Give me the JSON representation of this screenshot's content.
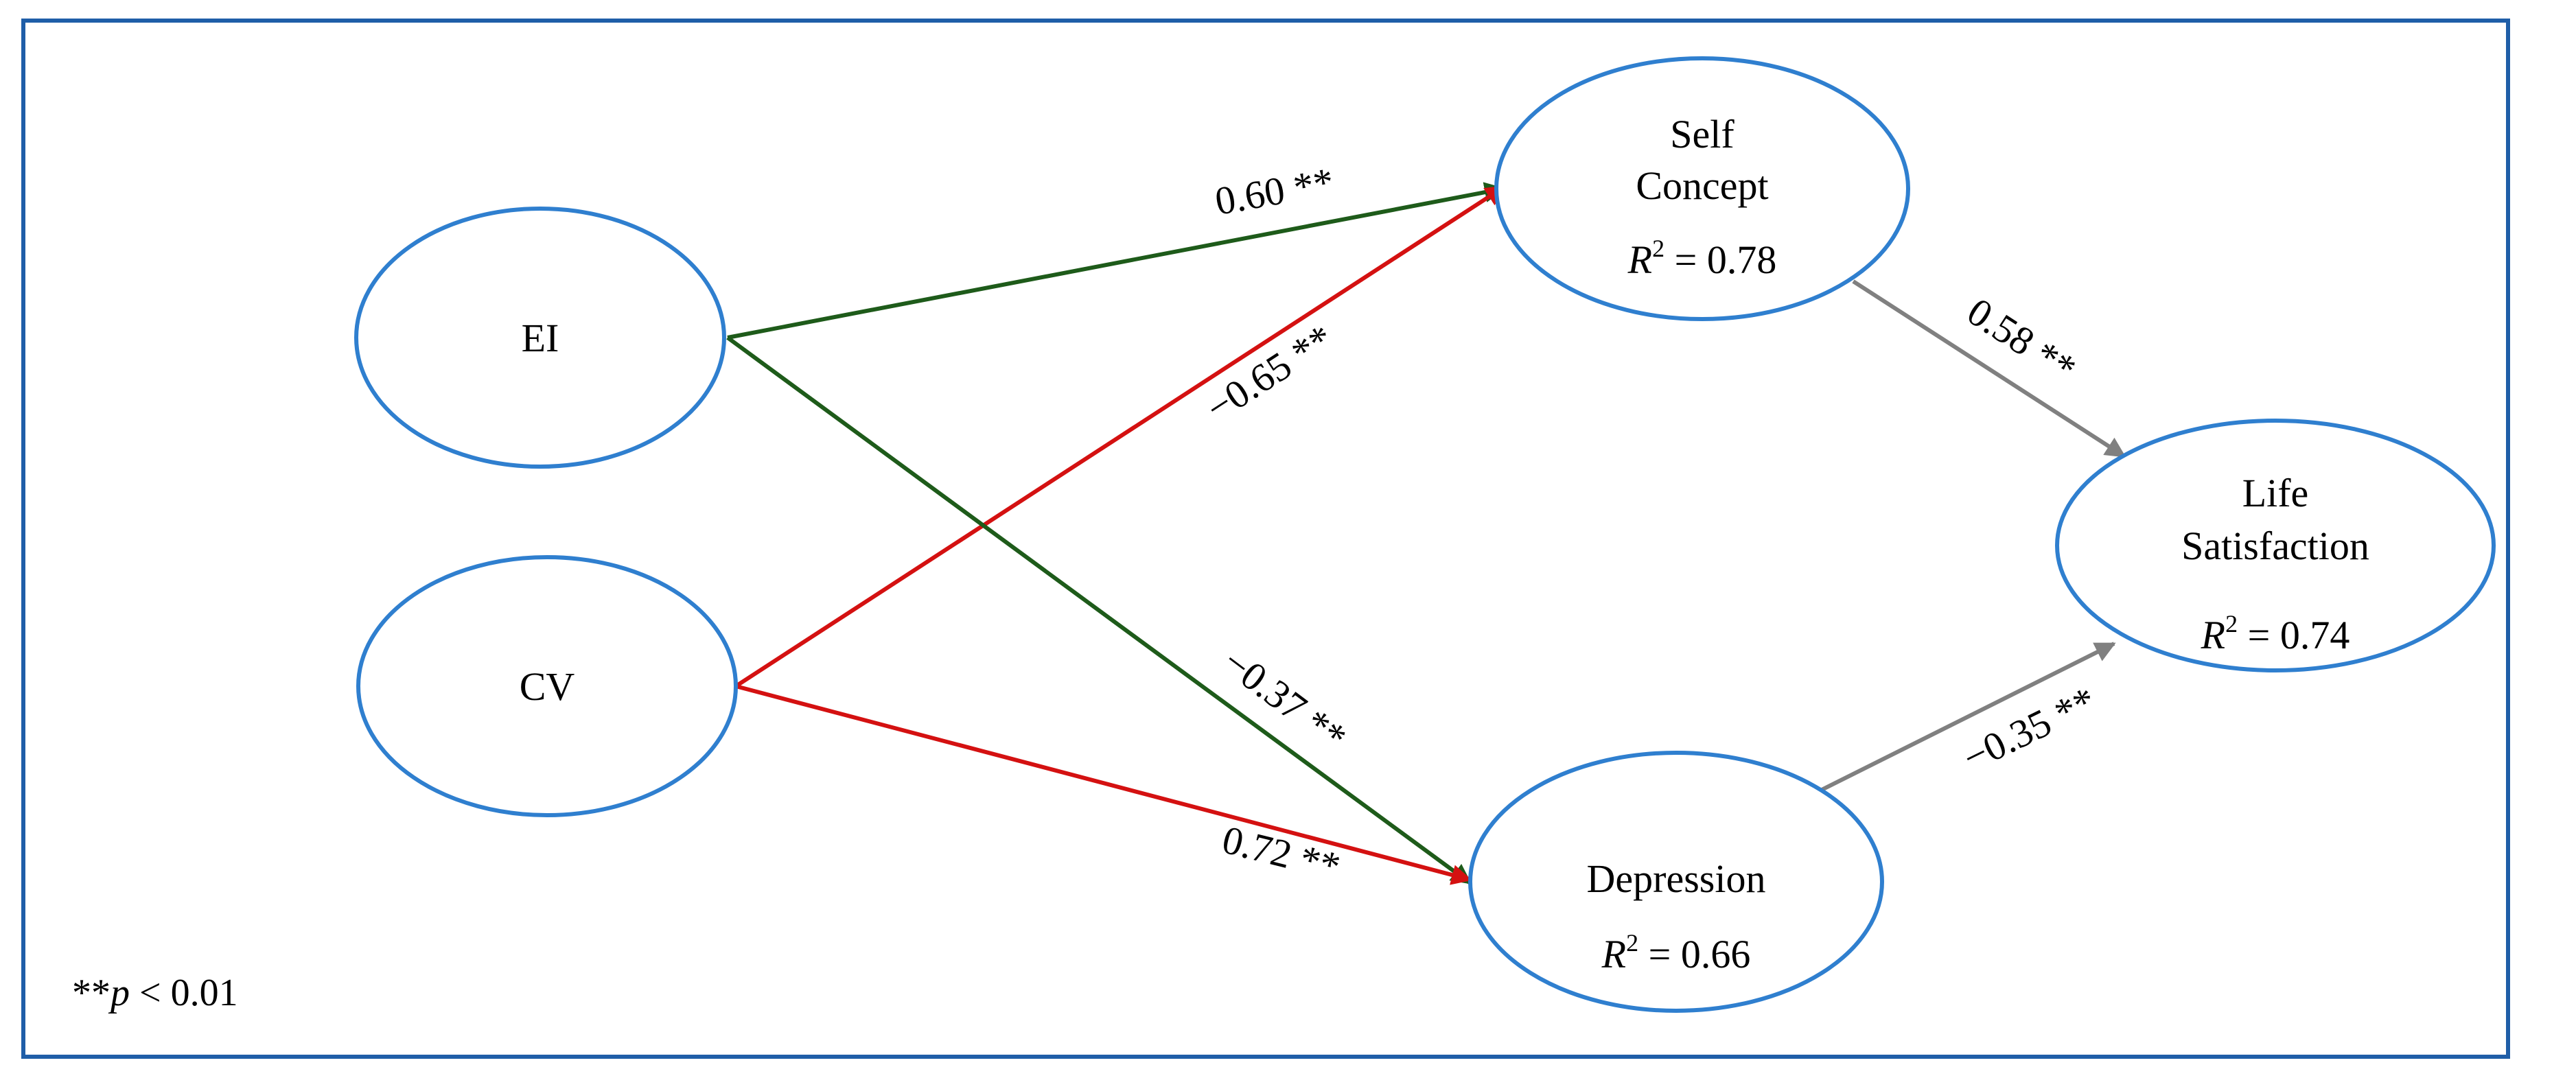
{
  "colors": {
    "frame": "#1f5ea8",
    "ellipse": "#2f7fcf",
    "positive_path": "#1e5b1a",
    "negative_path": "#d41111",
    "outcome_path": "#808080"
  },
  "nodes": {
    "ei": {
      "name": "EI"
    },
    "cv": {
      "name": "CV"
    },
    "self_concept": {
      "name_line1": "Self",
      "name_line2": "Concept",
      "r2_symbol": "R",
      "r2_sup": "2",
      "r2_value": " = 0.78"
    },
    "depression": {
      "name": "Depression",
      "r2_symbol": "R",
      "r2_sup": "2",
      "r2_value": " = 0.66"
    },
    "life_satisfaction": {
      "name_line1": "Life",
      "name_line2": "Satisfaction",
      "r2_symbol": "R",
      "r2_sup": "2",
      "r2_value": " = 0.74"
    }
  },
  "paths": {
    "ei_to_self_concept": {
      "coefficient": "0.60 **"
    },
    "cv_to_self_concept": {
      "coefficient": "−0.65 **"
    },
    "ei_to_depression": {
      "coefficient": "−0.37 **"
    },
    "cv_to_depression": {
      "coefficient": "0.72 **"
    },
    "self_concept_to_life_satisfaction": {
      "coefficient": "0.58 **"
    },
    "depression_to_life_satisfaction": {
      "coefficient": "−0.35 **"
    }
  },
  "note": {
    "stars": "**",
    "p": "p",
    "rest": " < 0.01"
  }
}
